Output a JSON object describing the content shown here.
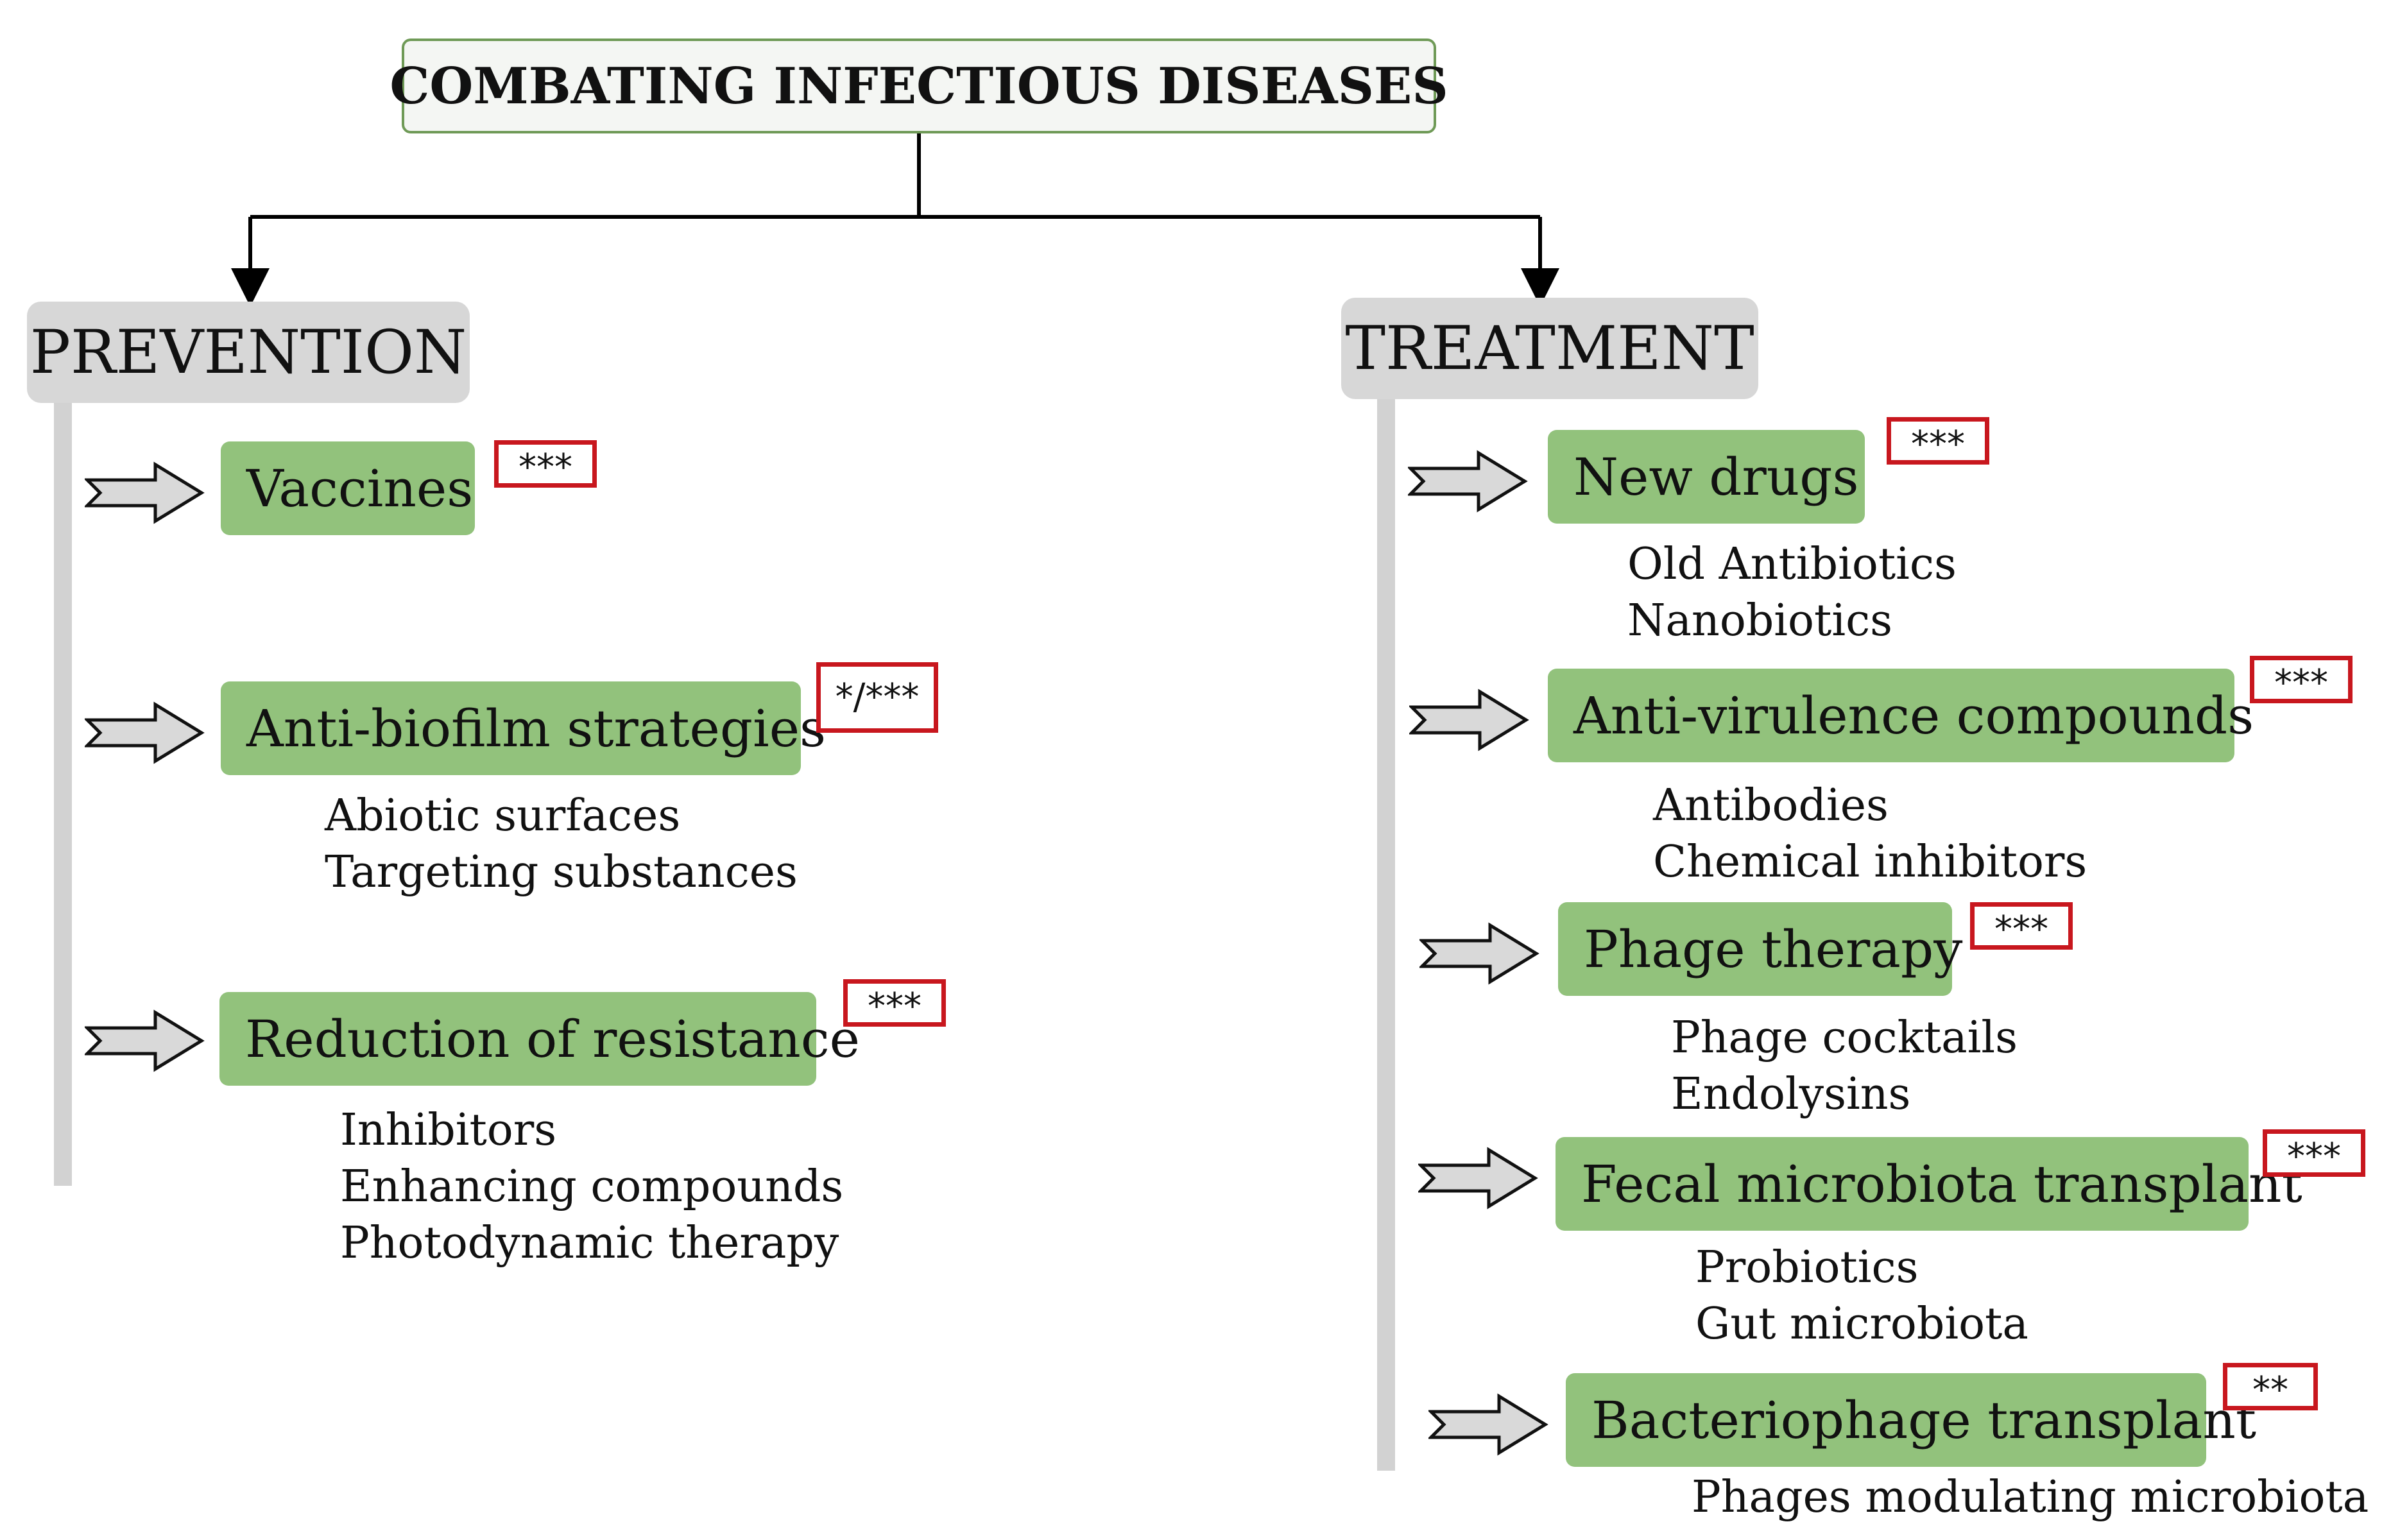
{
  "title": "COMBATING INFECTIOUS DISEASES",
  "prevention": {
    "header": "PREVENTION",
    "items": [
      {
        "label": "Vaccines",
        "badge": "***",
        "subitems": []
      },
      {
        "label": "Anti-biofilm strategies",
        "badge": "*/***",
        "subitems": [
          "Abiotic surfaces",
          "Targeting substances"
        ]
      },
      {
        "label": "Reduction of resistance",
        "badge": "***",
        "subitems": [
          "Inhibitors",
          "Enhancing compounds",
          "Photodynamic therapy"
        ]
      }
    ]
  },
  "treatment": {
    "header": "TREATMENT",
    "items": [
      {
        "label": "New drugs",
        "badge": "***",
        "subitems": [
          "Old Antibiotics",
          "Nanobiotics"
        ]
      },
      {
        "label": "Anti-virulence compounds",
        "badge": "***",
        "subitems": [
          "Antibodies",
          "Chemical inhibitors"
        ]
      },
      {
        "label": "Phage therapy",
        "badge": "***",
        "subitems": [
          "Phage cocktails",
          "Endolysins"
        ]
      },
      {
        "label": "Fecal microbiota transplant",
        "badge": "***",
        "subitems": [
          "Probiotics",
          "Gut microbiota"
        ]
      },
      {
        "label": "Bacteriophage transplant",
        "badge": "**",
        "subitems": [
          "Phages modulating microbiota"
        ]
      }
    ]
  },
  "colors": {
    "item_fill": "#92c27c",
    "title_border": "#6f9a57",
    "badge_border": "#c8171e",
    "header_fill": "#d7d7d7",
    "spine": "#d2d2d2",
    "arrow_fill": "#d9d9d9"
  }
}
